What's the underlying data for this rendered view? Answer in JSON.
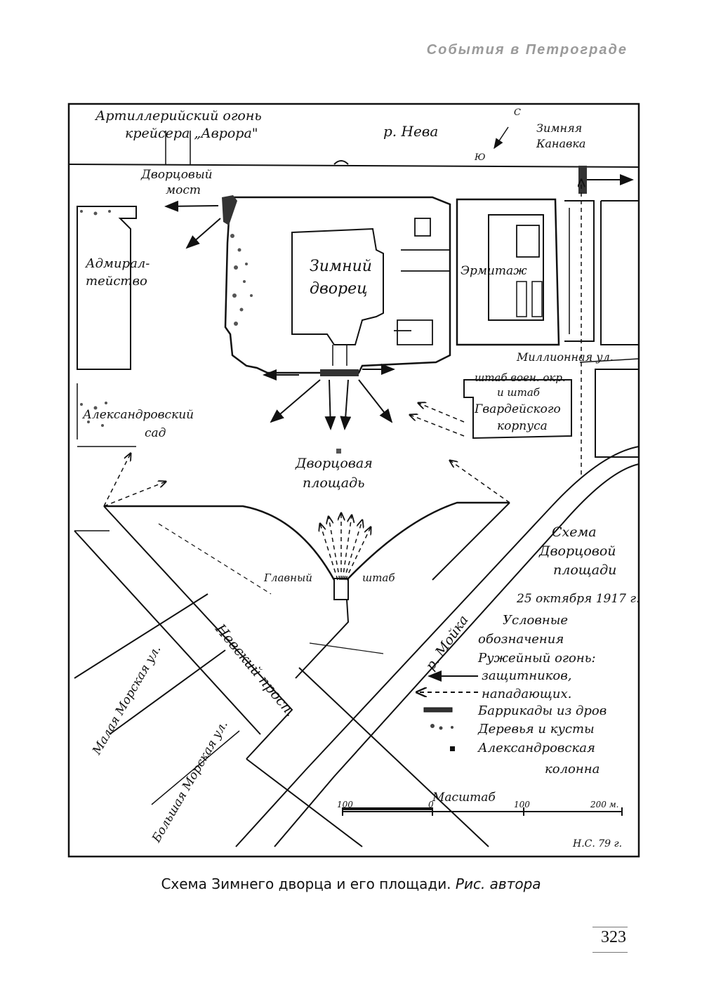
{
  "header": {
    "running_title": "События в Петрограде"
  },
  "map": {
    "labels": {
      "artillery_1": "Артиллерийский огонь",
      "artillery_2": "крейсера „Аврора\"",
      "neva": "р. Нева",
      "compass_n": "С",
      "compass_s": "Ю",
      "zimnyaya_1": "Зимняя",
      "zimnyaya_2": "Канавка",
      "bridge_1": "Дворцовый",
      "bridge_2": "мост",
      "admiralty_1": "Адмирал-",
      "admiralty_2": "тейство",
      "palace_1": "Зимний",
      "palace_2": "дворец",
      "hermitage": "Эрмитаж",
      "millionnaya": "Миллионная ул.",
      "hq_1": "штаб воен. окр.",
      "hq_2": "и штаб",
      "hq_3": "Гвардейского",
      "hq_4": "корпуса",
      "garden_1": "Александровский",
      "garden_2": "сад",
      "square_1": "Дворцовая",
      "square_2": "площадь",
      "scheme_1": "Схема",
      "scheme_2": "Дворцовой",
      "scheme_3": "площади",
      "scheme_date": "25 октября 1917 г.",
      "main_hq_1": "Главный",
      "main_hq_2": "штаб",
      "moika": "р. Мойка",
      "nevsky": "Невский просп.",
      "malaya": "Малая Морская ул.",
      "bolshaya": "Большая Морская ул."
    },
    "legend": {
      "title_1": "Условные",
      "title_2": "обозначения",
      "fire": "Ружейный огонь:",
      "defenders": "защитников,",
      "attackers": "нападающих.",
      "barricades": "Баррикады из дров",
      "trees": "Деревья и кусты",
      "column_1": "Александровская",
      "column_2": "колонна"
    },
    "scale": {
      "title": "Масштаб",
      "t0": "100",
      "t1": "0",
      "t2": "100",
      "t3": "200 м."
    },
    "signature": "Н.С. 79 г."
  },
  "caption": {
    "main": "Схема Зимнего дворца и его площади.",
    "credit": "Рис. автора"
  },
  "page_number": "323"
}
